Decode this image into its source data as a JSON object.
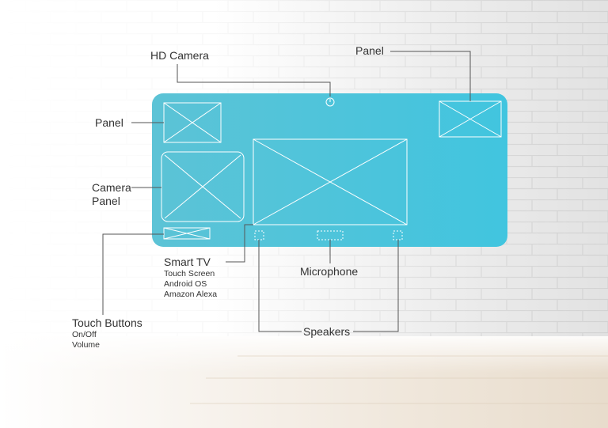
{
  "labels": {
    "hd_camera": "HD Camera",
    "panel_top_right": "Panel",
    "panel_left": "Panel",
    "camera_panel": "Camera\nPanel",
    "smart_tv": {
      "title": "Smart TV",
      "features": [
        "Touch Screen",
        "Android OS",
        "Amazon Alexa"
      ]
    },
    "microphone": "Microphone",
    "touch_buttons": {
      "title": "Touch Buttons",
      "features": [
        "On/Off",
        "Volume"
      ]
    },
    "speakers": "Speakers"
  },
  "colors": {
    "device_fill_start": "#5cc3d6",
    "device_fill_end": "#41c5df",
    "wireframe_line": "#ffffff",
    "leader_line": "#555555",
    "brick_wall": "#e6e6e6",
    "wood_floor": "#e9ddcd"
  },
  "icons": {
    "camera_lens": "power-circle-icon"
  }
}
